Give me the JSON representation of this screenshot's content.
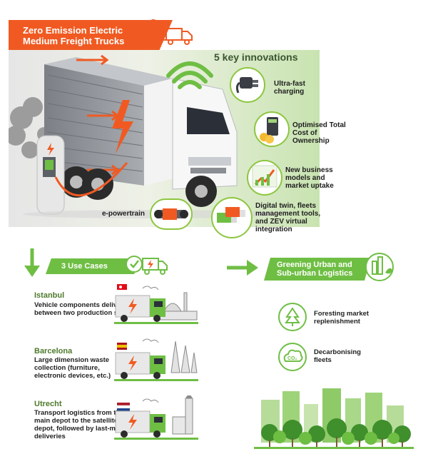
{
  "header": {
    "title_line1": "Zero Emission Electric",
    "title_line2": "Medium Freight Trucks"
  },
  "innovations": {
    "title": "5 key innovations",
    "items": [
      {
        "label": "Ultra-fast charging",
        "icon": "charger-plug-icon"
      },
      {
        "label": "Optimised Total Cost of Ownership",
        "icon": "calculator-coins-icon"
      },
      {
        "label": "New business models and market uptake",
        "icon": "growth-chart-icon"
      },
      {
        "label": "Digital twin, fleets management tools, and ZEV virtual integration",
        "icon": "digital-trucks-icon"
      },
      {
        "label": "e-powertrain",
        "icon": "powertrain-chassis-icon"
      }
    ]
  },
  "use_cases": {
    "title": "3 Use Cases",
    "items": [
      {
        "city": "Istanbul",
        "description": "Vehicle components delivery between two production sites",
        "flag": "turkey-flag",
        "flag_color": "#e30a17"
      },
      {
        "city": "Barcelona",
        "description": "Large dimension waste collection (furniture, electronic devices, etc.)",
        "flag": "spain-flag",
        "flag_color": "#f1bf00"
      },
      {
        "city": "Utrecht",
        "description": "Transport logistics from the main depot to the satellite depot, followed by last-mile deliveries",
        "flag": "netherlands-flag",
        "flag_color": "#ae1c28"
      }
    ]
  },
  "greening": {
    "title_line1": "Greening Urban and",
    "title_line2": "Sub-urban Logistics",
    "items": [
      {
        "label": "Foresting market replenishment",
        "icon": "forest-arrows-icon"
      },
      {
        "label": "Decarbonising fleets",
        "icon": "co2-cloud-icon"
      }
    ],
    "co2_text": "CO₂"
  },
  "colors": {
    "accent_orange": "#f05a22",
    "accent_green": "#6fbe44",
    "dark_green": "#4d7a2c"
  }
}
